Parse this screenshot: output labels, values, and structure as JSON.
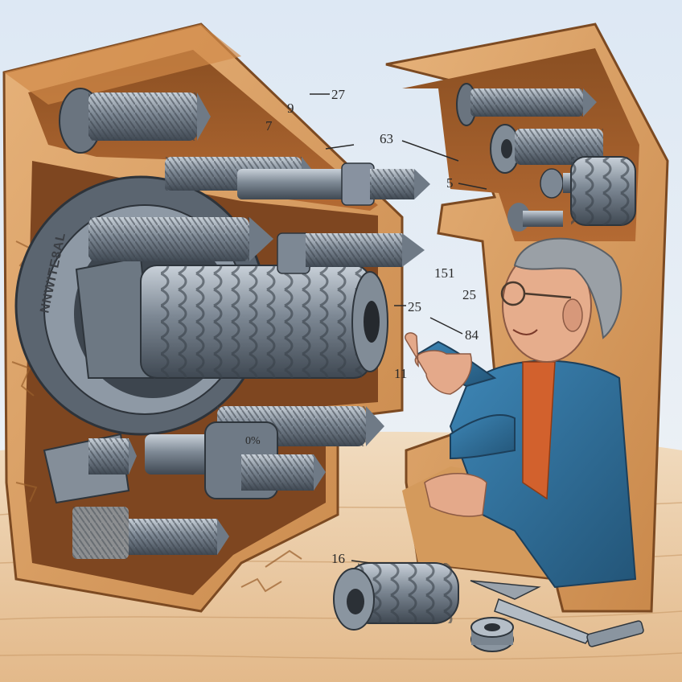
{
  "illustration": {
    "ring_inscription": "NNWITE8AL",
    "nut_inscription": "0%",
    "callouts": [
      {
        "text": "27"
      },
      {
        "text": "9"
      },
      {
        "text": "7"
      },
      {
        "text": "63"
      },
      {
        "text": "5"
      },
      {
        "text": "151"
      },
      {
        "text": "25"
      },
      {
        "text": "25"
      },
      {
        "text": "84"
      },
      {
        "text": "11"
      },
      {
        "text": "16"
      }
    ]
  },
  "colors": {
    "sky": "#e7eef6",
    "wood": "#d9a468",
    "wood_dark": "#b9773d",
    "steel": "#6f7b88",
    "steel_light": "#b8c2cc",
    "jacket": "#2f6f9a",
    "shirt": "#d2612d"
  }
}
